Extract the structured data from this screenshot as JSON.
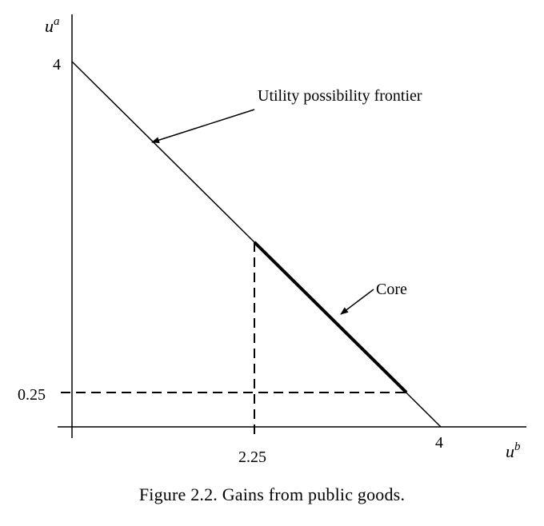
{
  "diagram": {
    "y_axis_label_base": "u",
    "y_axis_label_sup": "a",
    "x_axis_label_base": "u",
    "x_axis_label_sup": "b",
    "y_tick_top": "4",
    "y_tick_low": "0.25",
    "x_tick_mid": "2.25",
    "x_tick_end": "4",
    "frontier_label": "Utility possibility frontier",
    "core_label": "Core"
  },
  "caption": "Figure 2.2. Gains from public goods."
}
